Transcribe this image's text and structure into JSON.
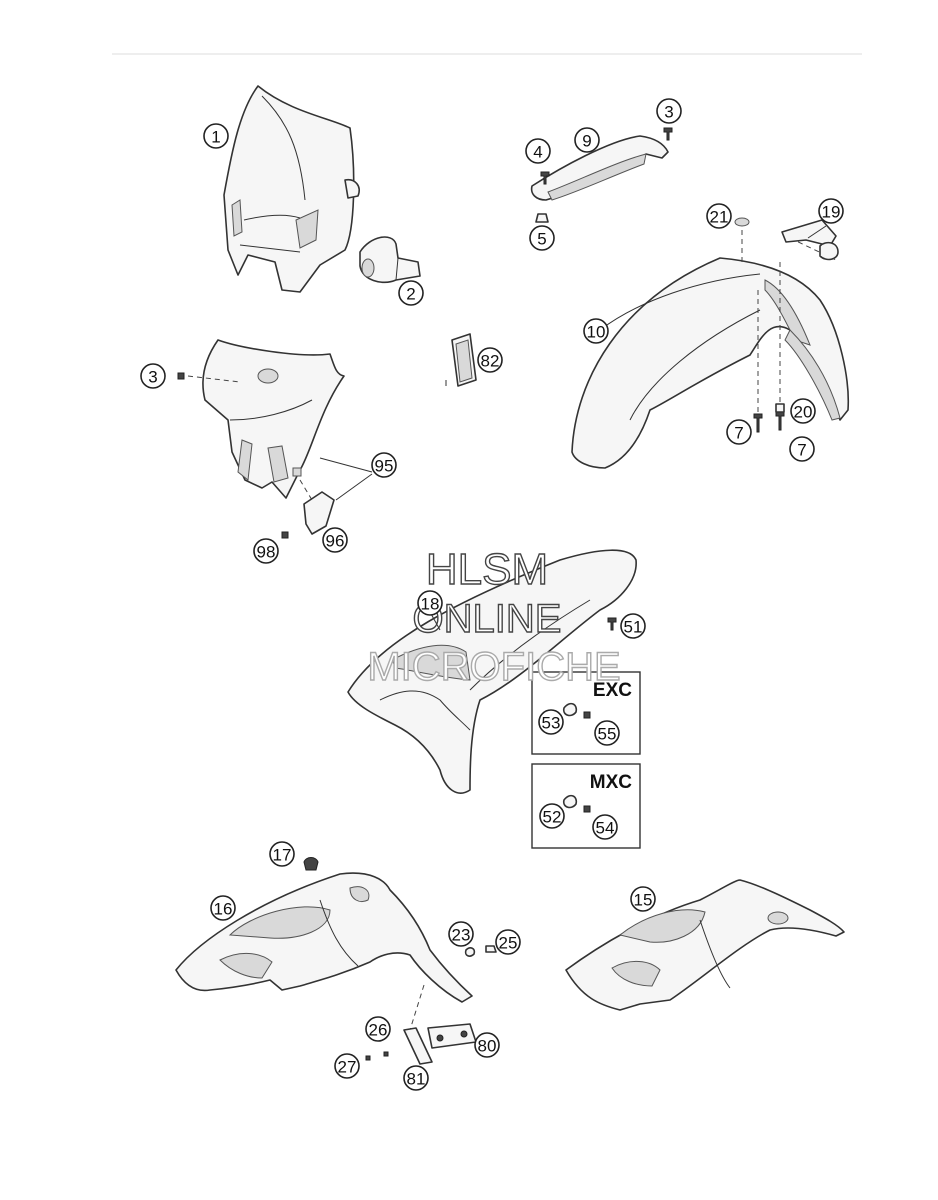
{
  "watermark": {
    "line1": "HLSM",
    "line2": "ONLINE",
    "line3": "MICROFICHE"
  },
  "variants": [
    {
      "label": "EXC",
      "parts": [
        "53",
        "55"
      ]
    },
    {
      "label": "MXC",
      "parts": [
        "52",
        "54"
      ]
    }
  ],
  "callouts": [
    {
      "id": "c1",
      "label": "1"
    },
    {
      "id": "c2",
      "label": "2"
    },
    {
      "id": "c3a",
      "label": "3"
    },
    {
      "id": "c4",
      "label": "4"
    },
    {
      "id": "c9",
      "label": "9"
    },
    {
      "id": "c5",
      "label": "5"
    },
    {
      "id": "c21",
      "label": "21"
    },
    {
      "id": "c19",
      "label": "19"
    },
    {
      "id": "c10",
      "label": "10"
    },
    {
      "id": "c3b",
      "label": "3"
    },
    {
      "id": "c82",
      "label": "82"
    },
    {
      "id": "c7a",
      "label": "7"
    },
    {
      "id": "c20",
      "label": "20"
    },
    {
      "id": "c7b",
      "label": "7"
    },
    {
      "id": "c95",
      "label": "95"
    },
    {
      "id": "c98",
      "label": "98"
    },
    {
      "id": "c96",
      "label": "96"
    },
    {
      "id": "c18",
      "label": "18"
    },
    {
      "id": "c51",
      "label": "51"
    },
    {
      "id": "c53",
      "label": "53"
    },
    {
      "id": "c55",
      "label": "55"
    },
    {
      "id": "c52",
      "label": "52"
    },
    {
      "id": "c54",
      "label": "54"
    },
    {
      "id": "c17",
      "label": "17"
    },
    {
      "id": "c16",
      "label": "16"
    },
    {
      "id": "c15",
      "label": "15"
    },
    {
      "id": "c23",
      "label": "23"
    },
    {
      "id": "c25",
      "label": "25"
    },
    {
      "id": "c26",
      "label": "26"
    },
    {
      "id": "c80",
      "label": "80"
    },
    {
      "id": "c27",
      "label": "27"
    },
    {
      "id": "c81",
      "label": "81"
    }
  ]
}
